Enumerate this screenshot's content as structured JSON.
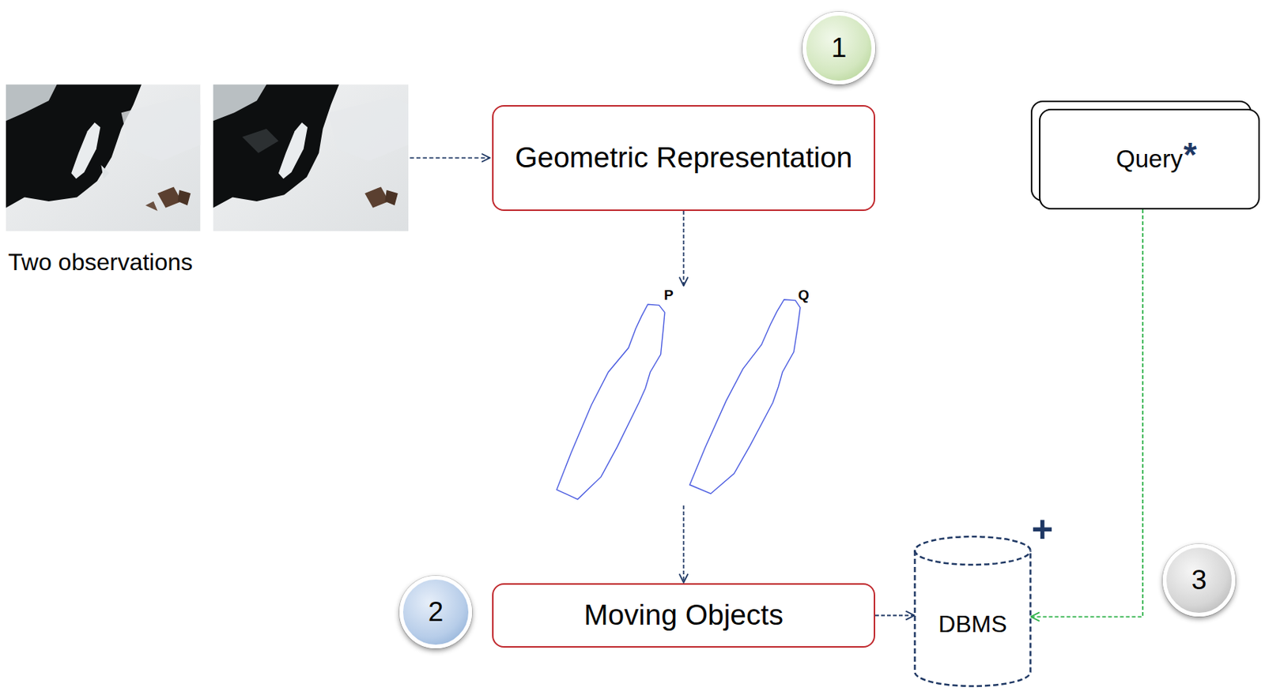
{
  "diagram": {
    "nodes": [
      {
        "text": [
          "1"
        ]
      },
      {
        "text": [
          "Geometric Representation"
        ]
      },
      {
        "text": [
          "Query"
        ]
      },
      {
        "text": [
          "2"
        ]
      },
      {
        "text": [
          "Moving Objects"
        ]
      },
      {
        "text": [
          "DBMS"
        ]
      },
      {
        "text": [
          "3"
        ]
      }
    ],
    "edges": [
      {
        "from": 1,
        "to": 4,
        "arrow": "to"
      },
      {
        "from": 4,
        "to": 5,
        "arrow": "to"
      },
      {
        "from": 2,
        "to": 5,
        "arrow": "to"
      }
    ],
    "labels": [
      "Two observations",
      "P",
      "Q",
      "*",
      "+"
    ]
  }
}
